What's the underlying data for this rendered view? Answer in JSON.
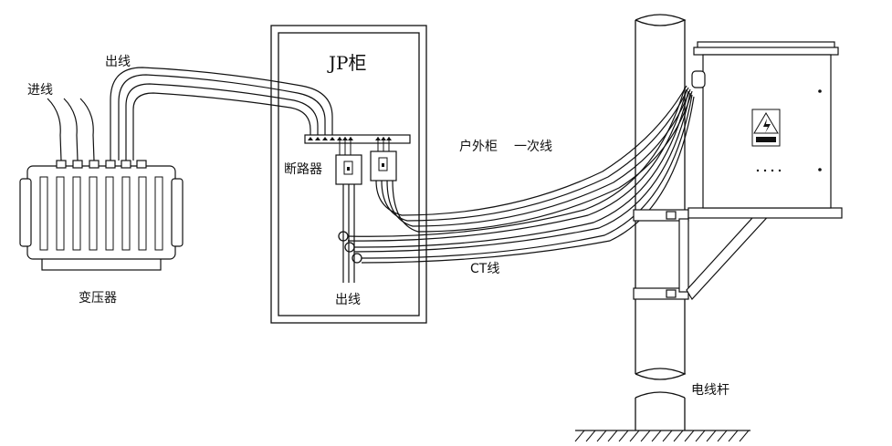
{
  "labels": {
    "incoming_line": "进线",
    "outgoing_line_top": "出线",
    "transformer": "变压器",
    "jp_cabinet": "JP柜",
    "breaker": "断路器",
    "outgoing_line_bottom": "出线",
    "outdoor_cabinet": "户外柜",
    "primary_line": "一次线",
    "ct_line": "CT线",
    "utility_pole": "电线杆"
  }
}
